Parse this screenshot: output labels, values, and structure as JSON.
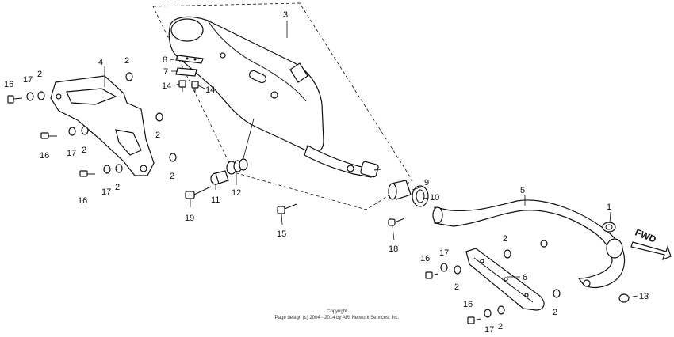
{
  "callouts": {
    "c1": "1",
    "c2": "2",
    "c3": "3",
    "c4": "4",
    "c5": "5",
    "c6": "6",
    "c7": "7",
    "c8": "8",
    "c9": "9",
    "c10": "10",
    "c11": "11",
    "c12": "12",
    "c13": "13",
    "c14": "14",
    "c15": "15",
    "c16": "16",
    "c17": "17",
    "c18": "18",
    "c19": "19"
  },
  "direction_label": "FWD",
  "copyright": {
    "line1": "Copyright",
    "line2": "Page design (c) 2004 - 2014 by ARI Network Services, Inc."
  }
}
